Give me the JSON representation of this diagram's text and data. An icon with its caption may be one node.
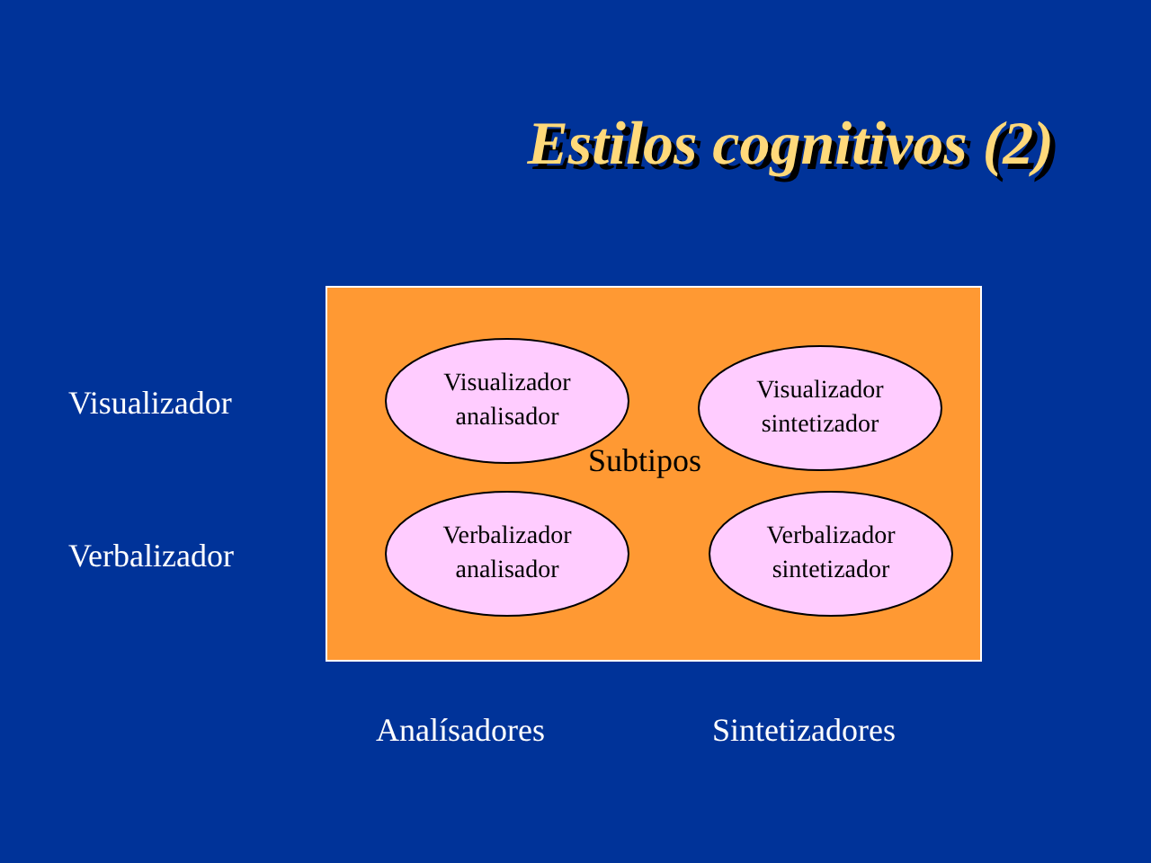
{
  "diagram": {
    "title": "Estilos cognitivos (2)",
    "nodes": [
      {
        "text": [
          "Subtipos"
        ]
      },
      {
        "text": [
          "Visualizador analisador"
        ],
        "in": 0
      },
      {
        "text": [
          "Visualizador sintetizador"
        ],
        "in": 0
      },
      {
        "text": [
          "Verbalizador analisador"
        ],
        "in": 0
      },
      {
        "text": [
          "Verbalizador sintetizador"
        ],
        "in": 0
      }
    ],
    "labels": [
      "Visualizador",
      "Verbalizador",
      "Analísadores",
      "Sintetizadores"
    ]
  }
}
